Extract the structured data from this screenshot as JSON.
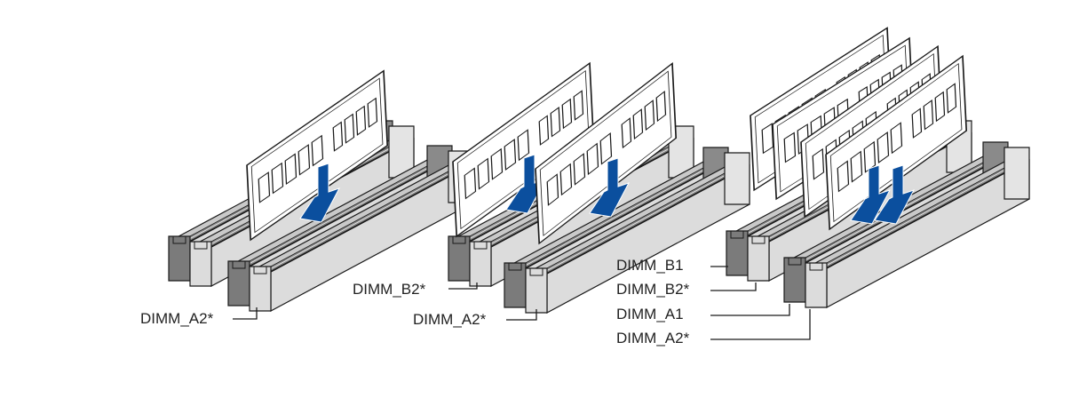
{
  "colors": {
    "arrow": "#0b4f9e",
    "slot_light": "#dcdcdc",
    "slot_dark": "#7b7b7b",
    "outline": "#1a1a1a"
  },
  "groups": [
    {
      "labels": [
        "DIMM_A2*"
      ]
    },
    {
      "labels": [
        "DIMM_B2*",
        "DIMM_A2*"
      ]
    },
    {
      "labels": [
        "DIMM_B1",
        "DIMM_B2*",
        "DIMM_A1",
        "DIMM_A2*"
      ]
    }
  ]
}
